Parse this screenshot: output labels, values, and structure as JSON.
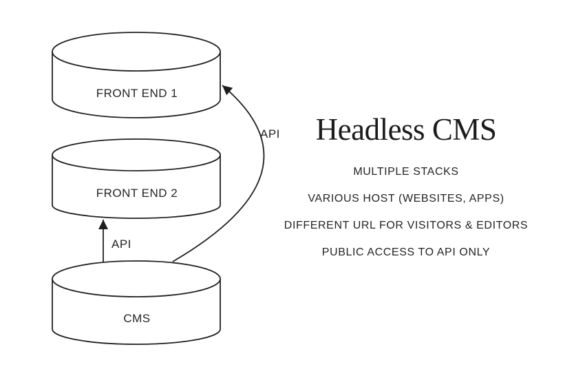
{
  "colors": {
    "stroke": "#1f1f1f",
    "text": "#232323",
    "title_text": "#1c1c1c",
    "background": "#ffffff"
  },
  "diagram": {
    "nodes": [
      {
        "label": "FRONT END 1"
      },
      {
        "label": "FRONT END 2"
      },
      {
        "label": "CMS"
      }
    ],
    "arrows": [
      {
        "label": "API",
        "from": "CMS",
        "to": "FRONT END 2",
        "shape": "straight"
      },
      {
        "label": "API",
        "from": "CMS",
        "to": "FRONT END 1",
        "shape": "curved"
      }
    ]
  },
  "panel": {
    "title": "Headless CMS",
    "features": [
      "MULTIPLE STACKS",
      "VARIOUS HOST (WEBSITES, APPS)",
      "DIFFERENT URL FOR VISITORS & EDITORS",
      "PUBLIC ACCESS TO API ONLY"
    ]
  }
}
